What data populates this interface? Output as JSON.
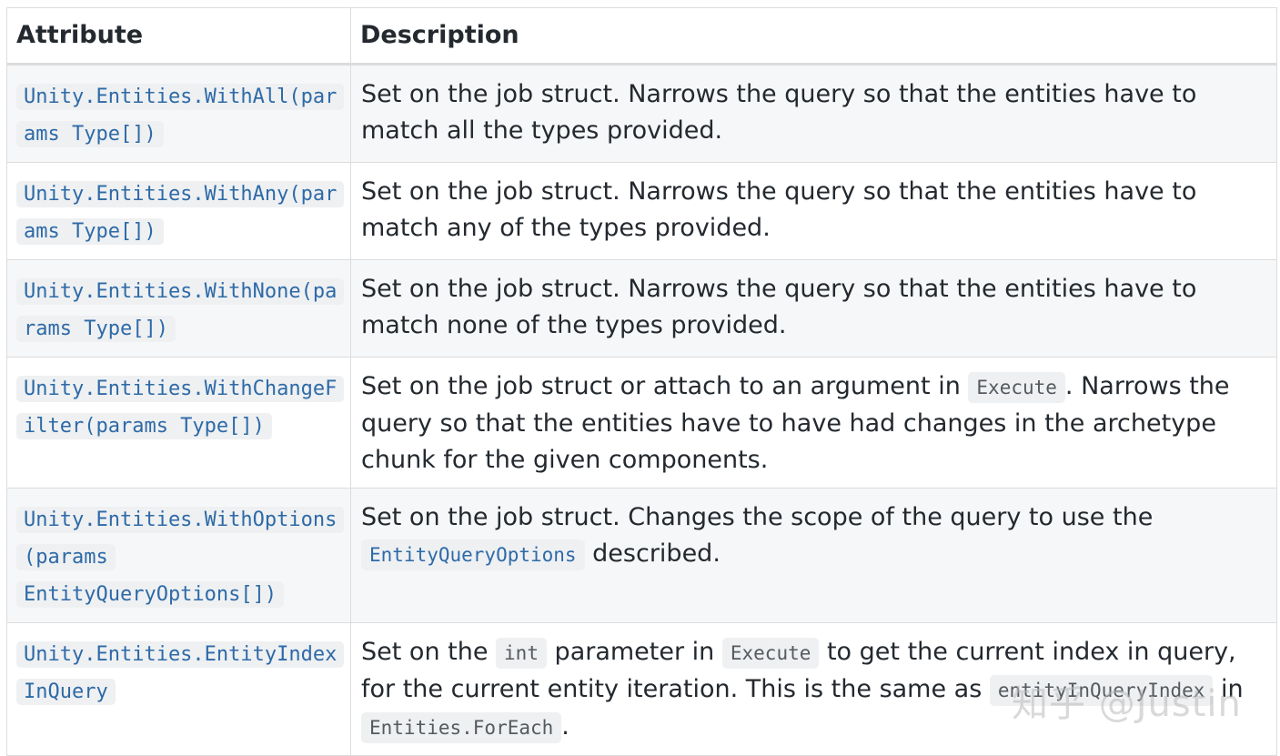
{
  "table": {
    "header": {
      "attribute": "Attribute",
      "description": "Description"
    },
    "rows": [
      {
        "attribute": "Unity.Entities.WithAll(params Type[])",
        "description": "Set on the job struct. Narrows the query so that the entities have to match all the types provided."
      },
      {
        "attribute": "Unity.Entities.WithAny(params Type[])",
        "description": "Set on the job struct. Narrows the query so that the entities have to match any of the types provided."
      },
      {
        "attribute": "Unity.Entities.WithNone(params Type[])",
        "description": "Set on the job struct. Narrows the query so that the entities have to match none of the types provided."
      },
      {
        "attribute": "Unity.Entities.WithChangeFilter(params Type[])",
        "description_parts": {
          "t1": "Set on the job struct or attach to an argument in ",
          "c1": "Execute",
          "t2": ". Narrows the query so that the entities have to have had changes in the archetype chunk for the given components."
        }
      },
      {
        "attribute": "Unity.Entities.WithOptions(params EntityQueryOptions[])",
        "description_parts": {
          "t1": "Set on the job struct. Changes the scope of the query to use the ",
          "c1": "EntityQueryOptions",
          "t2": " described."
        }
      },
      {
        "attribute": "Unity.Entities.EntityIndexInQuery",
        "description_parts": {
          "t1": "Set on the ",
          "c1": "int",
          "t2": " parameter in ",
          "c2": "Execute",
          "t3": " to get the current index in query, for the current entity iteration. This is the same as ",
          "c3": "entityInQueryIndex",
          "t4": " in ",
          "c4": "Entities.ForEach",
          "t5": "."
        }
      }
    ]
  },
  "watermark": "知乎 @Justin"
}
